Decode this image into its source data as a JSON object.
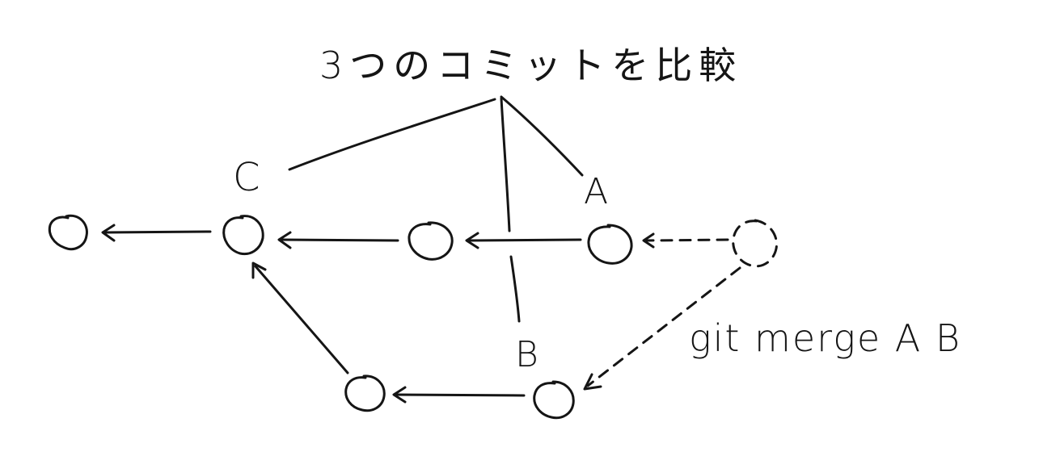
{
  "title": "3つのコミットを比較",
  "labels": {
    "c": "C",
    "a": "A",
    "b": "B"
  },
  "command": "git merge A B",
  "colors": {
    "ink": "#151515",
    "background": "#ffffff"
  },
  "nodes": [
    {
      "id": "n0",
      "ref": "",
      "style": "solid"
    },
    {
      "id": "c",
      "ref": "C",
      "style": "solid"
    },
    {
      "id": "n2",
      "ref": "",
      "style": "solid"
    },
    {
      "id": "a",
      "ref": "A",
      "style": "solid"
    },
    {
      "id": "merge",
      "ref": "",
      "style": "dashed"
    },
    {
      "id": "n5",
      "ref": "",
      "style": "solid"
    },
    {
      "id": "b",
      "ref": "B",
      "style": "solid"
    }
  ],
  "edges": [
    {
      "from": "c",
      "to": "n0",
      "style": "solid"
    },
    {
      "from": "n2",
      "to": "c",
      "style": "solid"
    },
    {
      "from": "a",
      "to": "n2",
      "style": "solid"
    },
    {
      "from": "merge",
      "to": "a",
      "style": "dashed"
    },
    {
      "from": "n5",
      "to": "c",
      "style": "solid"
    },
    {
      "from": "b",
      "to": "n5",
      "style": "solid"
    },
    {
      "from": "merge",
      "to": "b",
      "style": "dashed"
    }
  ],
  "compared": [
    "C",
    "A",
    "B"
  ]
}
